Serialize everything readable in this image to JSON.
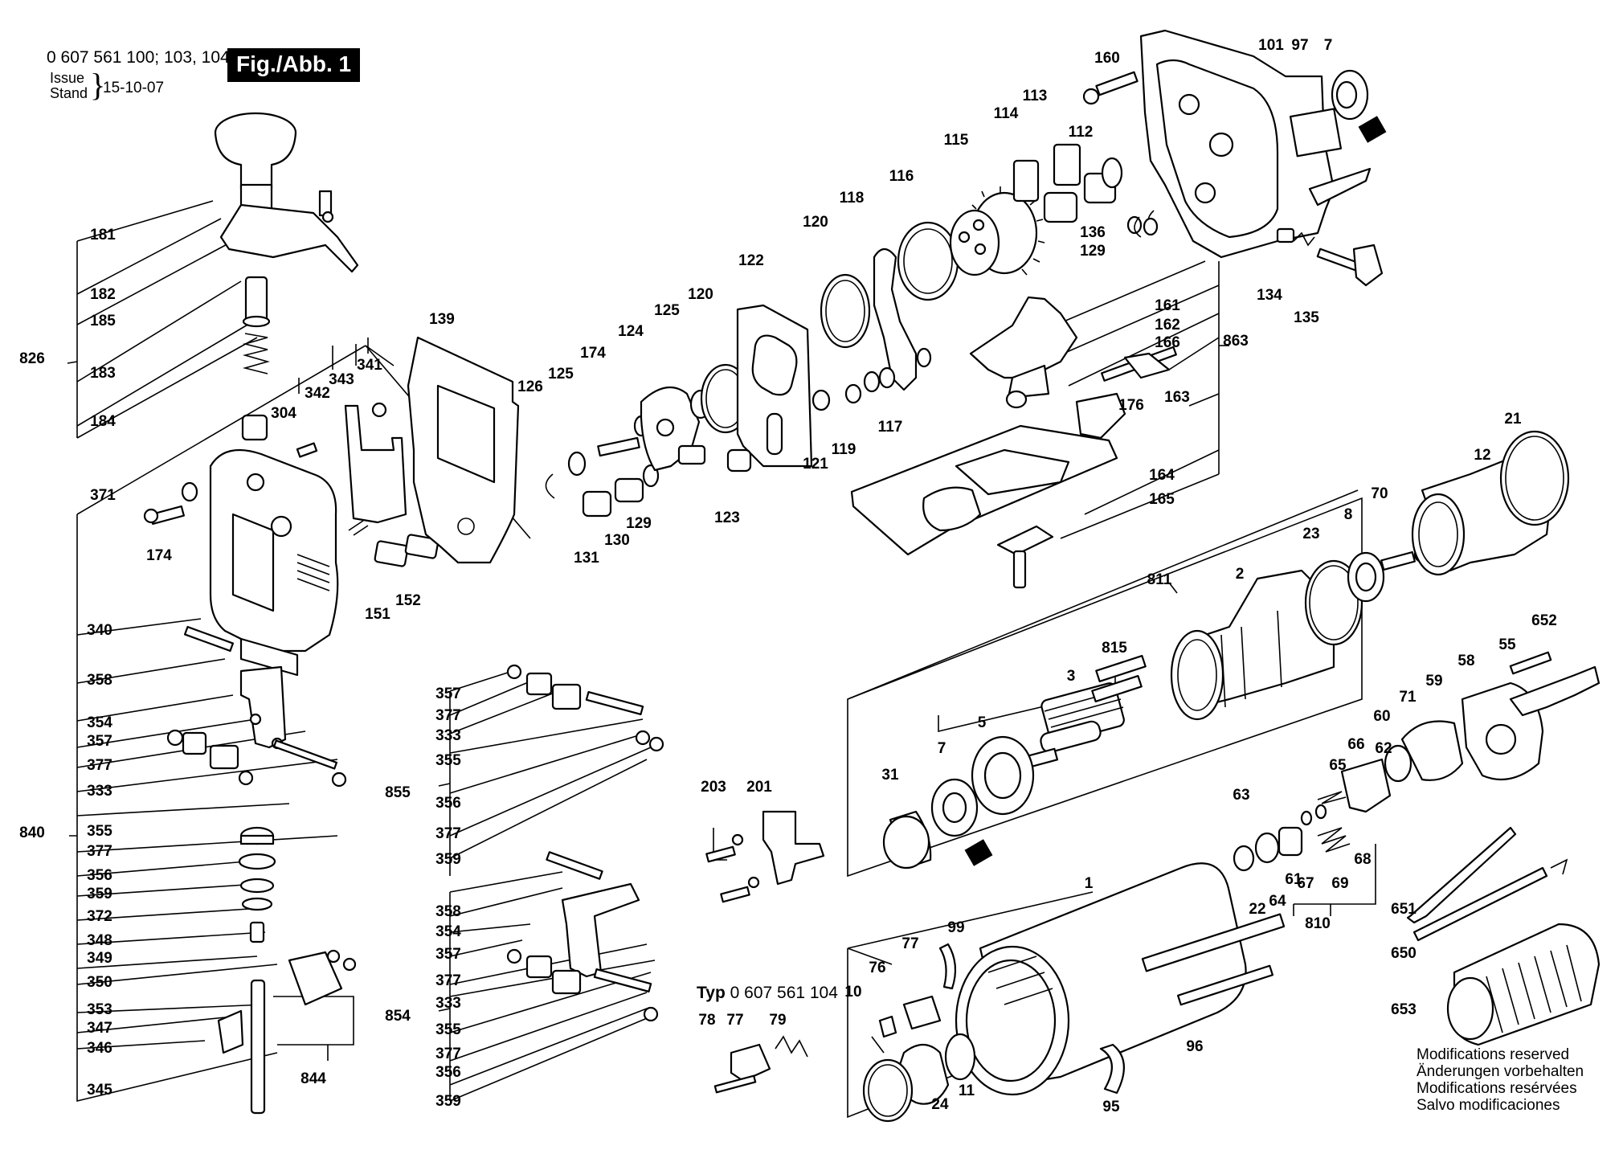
{
  "header": {
    "doc_number": "0 607 561 100; 103, 104",
    "figure_label": "Fig./Abb. 1",
    "issue_label_en": "Issue",
    "issue_label_de": "Stand",
    "issue_date": "15-10-07"
  },
  "type_note": {
    "prefix": "Typ",
    "number": "0 607 561 104"
  },
  "notes": [
    "Modifications reserved",
    "Änderungen vorbehalten",
    "Modifications resérvées",
    "Salvo modificaciones"
  ],
  "part_labels": [
    "181",
    "182",
    "185",
    "826",
    "183",
    "184",
    "371",
    "174",
    "340",
    "358",
    "354",
    "357",
    "377",
    "333",
    "840",
    "355",
    "377",
    "356",
    "359",
    "372",
    "348",
    "349",
    "350",
    "353",
    "347",
    "346",
    "345",
    "844",
    "304",
    "342",
    "343",
    "341",
    "151",
    "152",
    "139",
    "126",
    "125",
    "174",
    "124",
    "125",
    "120",
    "131",
    "130",
    "129",
    "122",
    "123",
    "120",
    "118",
    "116",
    "115",
    "114",
    "113",
    "112",
    "121",
    "119",
    "117",
    "160",
    "101",
    "97",
    "7",
    "136",
    "129",
    "134",
    "135",
    "161",
    "162",
    "166",
    "863",
    "176",
    "163",
    "164",
    "165",
    "357",
    "377",
    "333",
    "355",
    "855",
    "356",
    "377",
    "359",
    "358",
    "354",
    "357",
    "377",
    "854",
    "333",
    "355",
    "377",
    "356",
    "359",
    "203",
    "201",
    "78",
    "77",
    "79",
    "811",
    "815",
    "3",
    "5",
    "7",
    "31",
    "2",
    "23",
    "8",
    "70",
    "21",
    "12",
    "652",
    "55",
    "58",
    "59",
    "60",
    "71",
    "65",
    "66",
    "62",
    "63",
    "61",
    "69",
    "68",
    "22",
    "64",
    "67",
    "810",
    "651",
    "650",
    "653",
    "1",
    "99",
    "77",
    "76",
    "10",
    "24",
    "11",
    "95",
    "96"
  ],
  "callouts": [
    "Fig./Abb. 1"
  ]
}
